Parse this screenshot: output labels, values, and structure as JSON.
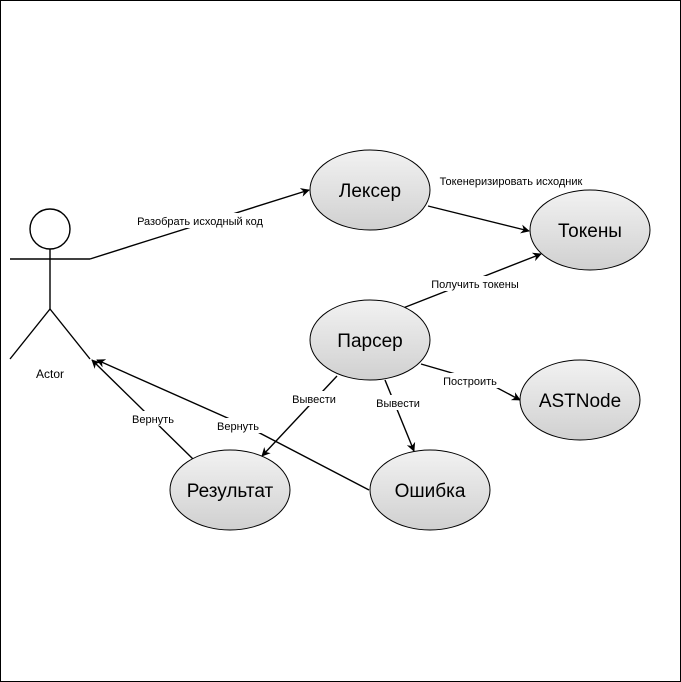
{
  "actor": {
    "label": "Actor"
  },
  "nodes": {
    "lexer": "Лексер",
    "tokens": "Токены",
    "parser": "Парсер",
    "astnode": "ASTNode",
    "result": "Результат",
    "error": "Ошибка"
  },
  "edges": {
    "parse_source": "Разобрать исходный код",
    "tokenize_source": "Токенеризировать исходник",
    "get_tokens": "Получить токены",
    "build": "Построить",
    "output_result": "Вывести",
    "output_error": "Вывести",
    "return_result": "Вернуть",
    "return_error": "Вернуть"
  },
  "colors": {
    "node_fill_top": "#f2f2f2",
    "node_fill_bottom": "#d2d2d2",
    "stroke": "#000000",
    "background": "#ffffff"
  }
}
